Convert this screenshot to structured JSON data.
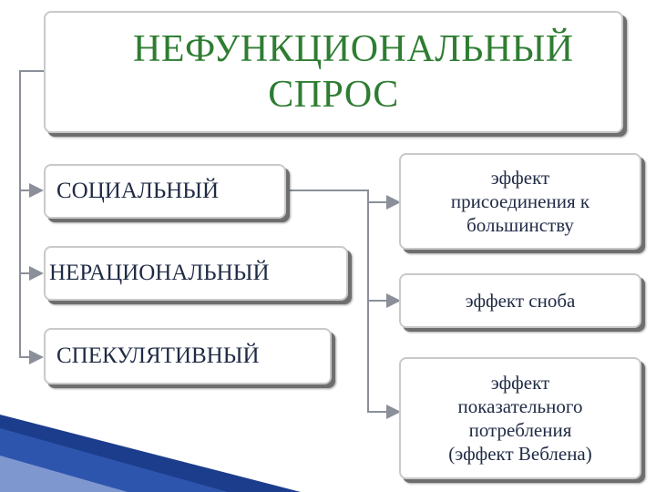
{
  "title": "НЕФУНКЦИОНАЛЬНЫЙ СПРОС",
  "left_boxes": [
    {
      "label": "СОЦИАЛЬНЫЙ"
    },
    {
      "label": "НЕРАЦИОНАЛЬНЫЙ"
    },
    {
      "label": "СПЕКУЛЯТИВНЫЙ"
    }
  ],
  "right_boxes": [
    {
      "lines": [
        "эффект",
        "присоединения к",
        "большинству"
      ]
    },
    {
      "lines": [
        "эффект сноба"
      ]
    },
    {
      "lines": [
        "эффект",
        "показательного",
        "потребления",
        "(эффект Веблена)"
      ]
    }
  ],
  "colors": {
    "title_text": "#2e7d32",
    "box_text": "#1f2a44",
    "connector": "#8a8f9a",
    "box_border": "#c9c9c9",
    "corner_accent": "#1c3d8c"
  }
}
